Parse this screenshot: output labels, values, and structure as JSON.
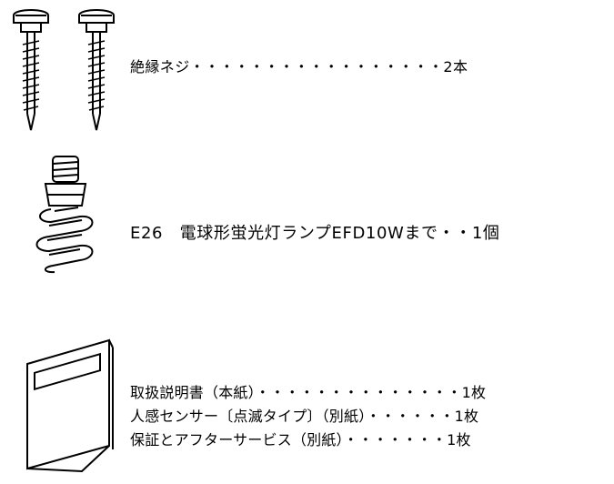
{
  "items": {
    "screws": "絶縁ネジ・・・・・・・・・・・・・・・・・2本",
    "lamp": "E26　電球形蛍光灯ランプEFD10Wまで・・1個",
    "docs": [
      "取扱説明書（本紙）・・・・・・・・・・・・・・1枚",
      "人感センサー〔点滅タイプ〕（別紙）・・・・・・1枚",
      "保証とアフターサービス（別紙）・・・・・・・1枚"
    ]
  },
  "icons": {
    "screws": "insulated-screw-icon",
    "lamp": "spiral-fluorescent-lamp-icon",
    "docs": "document-booklet-icon"
  }
}
